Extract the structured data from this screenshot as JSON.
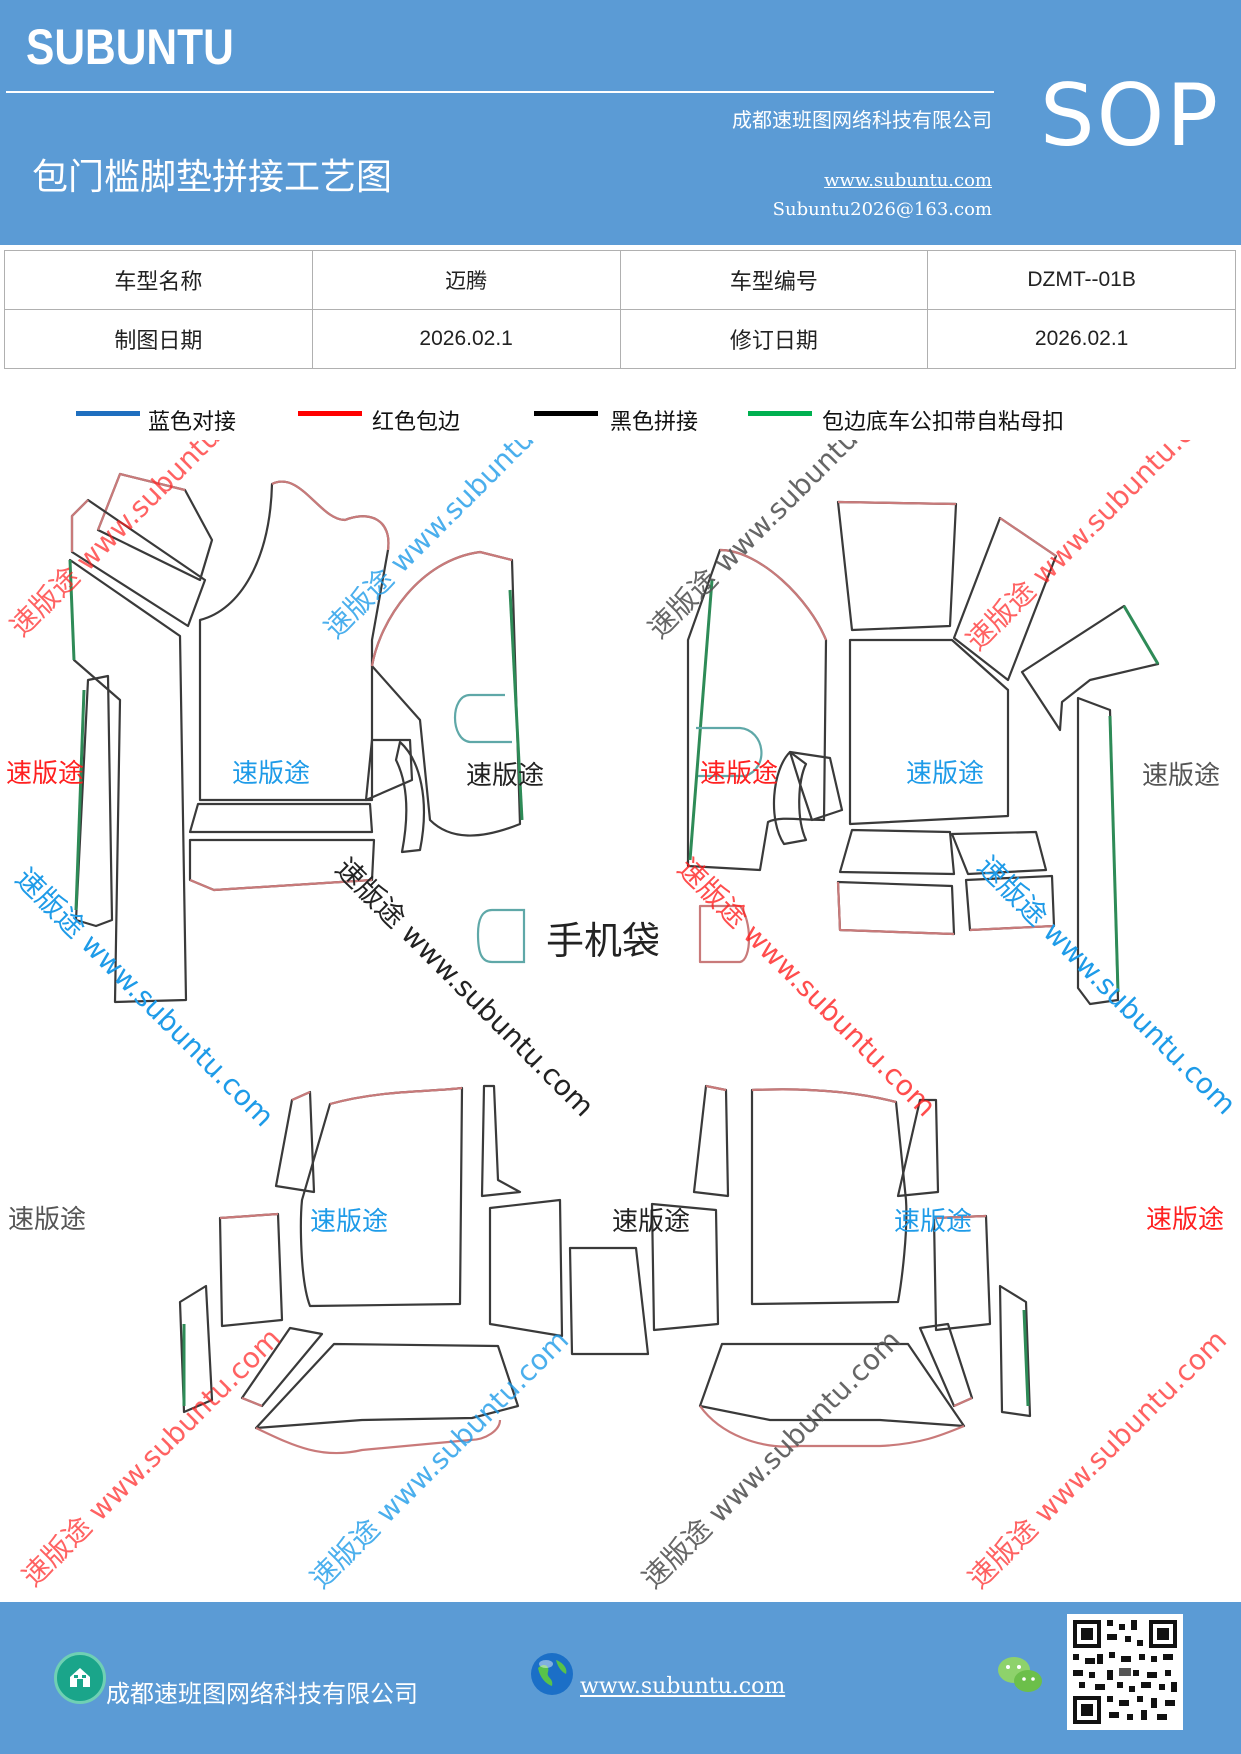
{
  "header": {
    "brand": "SUBUNTU",
    "title": "包门槛脚垫拼接工艺图",
    "company": "成都速班图网络科技有限公司",
    "website": "www.subuntu.com",
    "email": "Subuntu2026@163.com",
    "sop": "SOP"
  },
  "info_table": {
    "model_name_label": "车型名称",
    "model_name": "迈腾",
    "model_code_label": "车型编号",
    "model_code": "DZMT--01B",
    "drawing_date_label": "制图日期",
    "drawing_date": "2026.02.1",
    "revision_date_label": "修订日期",
    "revision_date": "2026.02.1"
  },
  "legend": {
    "items": [
      {
        "label": "蓝色对接",
        "color": "#1f6fbf"
      },
      {
        "label": "红色包边",
        "color": "#ff0000"
      },
      {
        "label": "黑色拼接",
        "color": "#000000"
      },
      {
        "label": "包边底车公扣带自粘母扣",
        "color": "#00b050"
      }
    ]
  },
  "drawing": {
    "phone_pocket_label": "手机袋",
    "watermark_brand": "速版途",
    "watermark_text": "速版途 www.subuntu.com",
    "colors": {
      "outline": "#3a3a3a",
      "edge_red": "#c97a7a",
      "edge_green": "#2e8b57",
      "edge_teal": "#5fa8a8",
      "wm_red": "#ff2020",
      "wm_blue": "#1e9be8",
      "wm_gray": "#555555"
    }
  },
  "footer": {
    "company": "成都速班图网络科技有限公司",
    "website": "www.subuntu.com"
  }
}
